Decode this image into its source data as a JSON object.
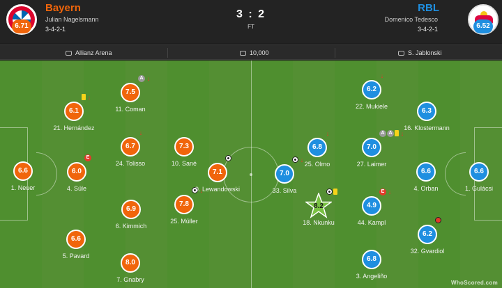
{
  "header": {
    "home": {
      "name": "Bayern",
      "manager": "Julian Nagelsmann",
      "formation": "3-4-2-1",
      "rating": "6.71",
      "color": "#f0650b"
    },
    "away": {
      "name": "RBL",
      "manager": "Domenico Tedesco",
      "formation": "3-4-2-1",
      "rating": "6.52",
      "color": "#1f8fe0"
    },
    "score": "3 : 2",
    "status": "FT"
  },
  "info": {
    "stadium": "Allianz Arena",
    "attendance": "10,000",
    "referee": "S. Jablonski"
  },
  "home_players": [
    {
      "rating": "6.6",
      "label": "1. Neuer",
      "icons": []
    },
    {
      "rating": "6.0",
      "label": "4. Süle",
      "icons": [
        "error"
      ]
    },
    {
      "rating": "6.1",
      "label": "21. Hernández",
      "icons": [
        "yellow",
        "arrow"
      ]
    },
    {
      "rating": "6.9",
      "label": "6. Kimmich",
      "icons": []
    },
    {
      "rating": "6.6",
      "label": "5. Pavard",
      "icons": []
    },
    {
      "rating": "7.5",
      "label": "11. Coman",
      "icons": [
        "assist",
        "arrow"
      ]
    },
    {
      "rating": "6.7",
      "label": "24. Tolisso",
      "icons": [
        "arrow"
      ]
    },
    {
      "rating": "8.0",
      "label": "7. Gnabry",
      "icons": []
    },
    {
      "rating": "7.3",
      "label": "10. Sané",
      "icons": []
    },
    {
      "rating": "7.8",
      "label": "25. Müller",
      "icons": [
        "ball",
        "arrow"
      ]
    },
    {
      "rating": "7.1",
      "label": "9. Lewandowski",
      "icons": [
        "ball"
      ]
    }
  ],
  "away_players": [
    {
      "rating": "6.6",
      "label": "1. Gulácsi",
      "icons": []
    },
    {
      "rating": "6.3",
      "label": "16. Klostermann",
      "icons": []
    },
    {
      "rating": "6.6",
      "label": "4. Orban",
      "icons": []
    },
    {
      "rating": "6.2",
      "label": "32. Gvardiol",
      "icons": [
        "ogball"
      ]
    },
    {
      "rating": "6.2",
      "label": "22. Mukiele",
      "icons": [
        "arrow"
      ]
    },
    {
      "rating": "7.0",
      "label": "27. Laimer",
      "icons": [
        "assist",
        "assist",
        "yellow",
        "arrow"
      ]
    },
    {
      "rating": "4.9",
      "label": "44. Kampl",
      "icons": [
        "error",
        "arrow"
      ]
    },
    {
      "rating": "6.8",
      "label": "3. Angeliño",
      "icons": []
    },
    {
      "rating": "6.8",
      "label": "25. Olmo",
      "icons": [
        "arrow"
      ]
    },
    {
      "rating": "8.2",
      "label": "18. Nkunku",
      "icons": [
        "ball",
        "yellow"
      ],
      "motm": true
    },
    {
      "rating": "7.0",
      "label": "33. Silva",
      "icons": [
        "ball",
        "arrow"
      ]
    }
  ],
  "watermark": "WhoScored.com"
}
